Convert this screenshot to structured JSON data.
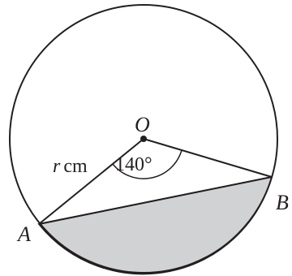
{
  "diagram": {
    "points": {
      "center": "O",
      "a": "A",
      "b": "B"
    },
    "radius_label": {
      "variable": "r",
      "unit": "cm"
    },
    "angle_label": "140°",
    "colors": {
      "line": "#231f20",
      "segment_fill": "#d1d2d4",
      "background": "#ffffff"
    }
  }
}
